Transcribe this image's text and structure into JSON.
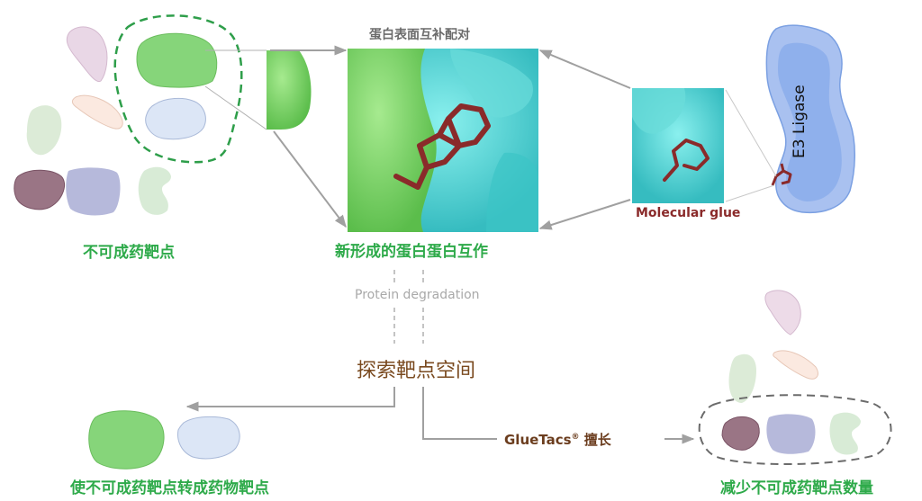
{
  "labels": {
    "surface_pairing": "蛋白表面互补配对",
    "undruggable_targets": "不可成药靶点",
    "new_ppi": "新形成的蛋白蛋白互作",
    "molecular_glue": "Molecular glue",
    "e3_ligase": "E3 Ligase",
    "protein_degradation": "Protein degradation",
    "explore_space": "探索靶点空间",
    "gluetacs_label": "GlueTacs",
    "gluetacs_reg": "®",
    "gluetacs_strength": "擅长",
    "convert_targets": "使不可成药靶点转成药物靶点",
    "reduce_targets": "减少不可成药靶点数量"
  },
  "colors": {
    "target_green": "#2eaa4a",
    "protein_green": "#6ccf5c",
    "protein_cyan": "#4fd6d6",
    "ligase_blue": "#8fb0ea",
    "glue_red": "#8a2a2a",
    "heading_brown": "#7a4a1f",
    "arrow_grey": "#a0a0a0"
  }
}
